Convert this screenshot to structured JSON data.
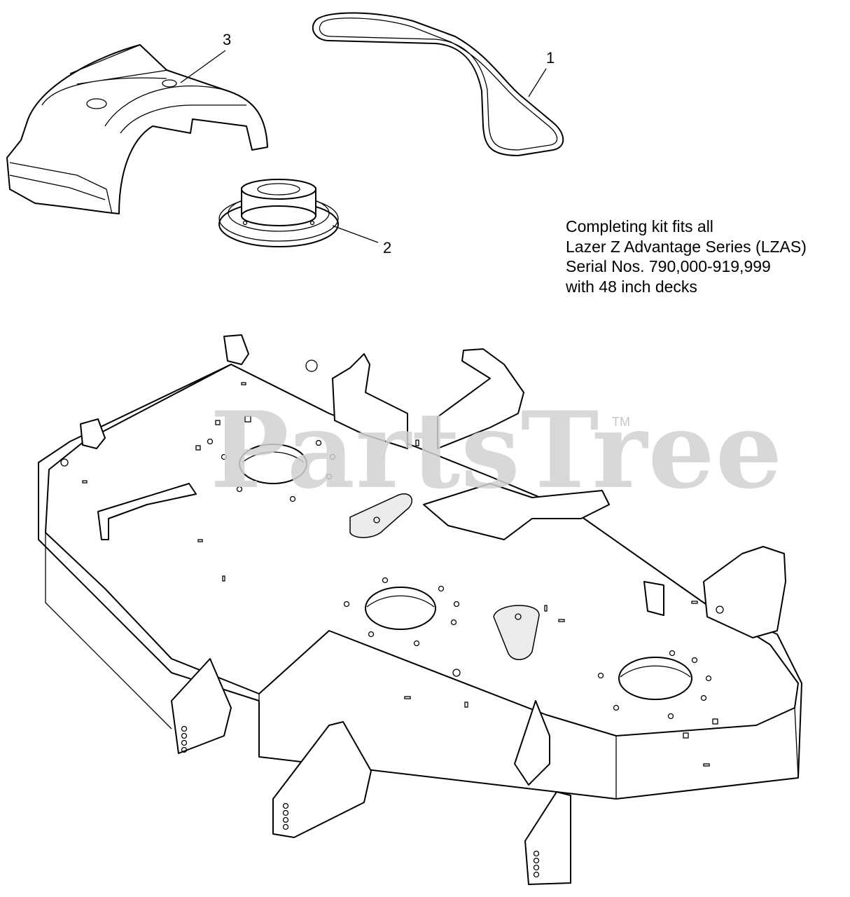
{
  "callouts": {
    "belt": "1",
    "pulley": "2",
    "cover": "3"
  },
  "note": {
    "line1": "Completing kit fits all",
    "line2": "Lazer Z Advantage Series (LZAS)",
    "line3": "Serial Nos. 790,000-919,999",
    "line4": "with 48 inch decks"
  },
  "watermark": {
    "text": "PartsTree",
    "trademark": "TM"
  }
}
